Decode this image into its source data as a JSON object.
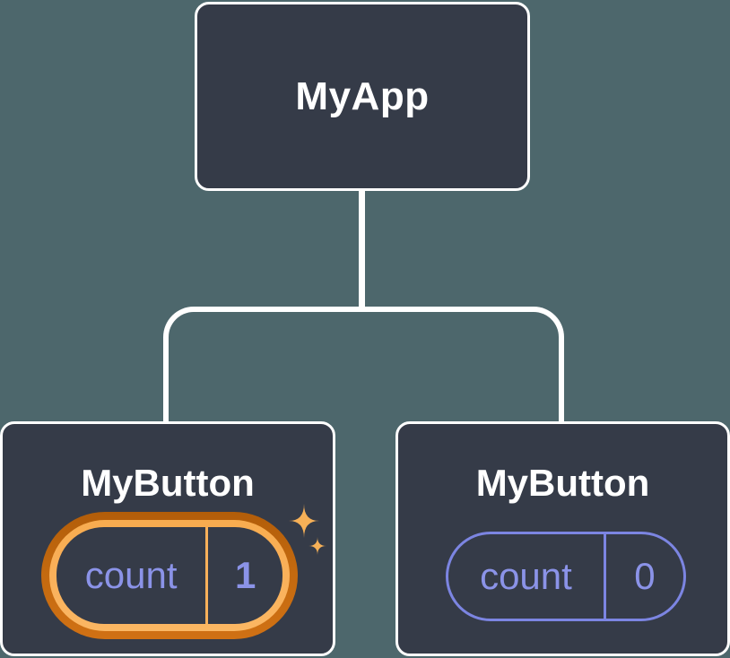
{
  "diagram": {
    "background_color": "#4d676c",
    "node_fill_color": "#353b48",
    "node_border_color": "#ffffff",
    "connector_color": "#ffffff",
    "title_text_color": "#ffffff",
    "state_text_color": "#8b93e8",
    "state_outline_color": "#7c85e2",
    "highlight_outer_color": "#c3690f",
    "highlight_inner_color": "#f9b05a",
    "sparkle_color": "#f6b057",
    "root": {
      "label": "MyApp"
    },
    "children": [
      {
        "label": "MyButton",
        "state": {
          "name": "count",
          "value": "1"
        },
        "highlighted": true,
        "icon": "sparkles-icon"
      },
      {
        "label": "MyButton",
        "state": {
          "name": "count",
          "value": "0"
        },
        "highlighted": false
      }
    ]
  }
}
